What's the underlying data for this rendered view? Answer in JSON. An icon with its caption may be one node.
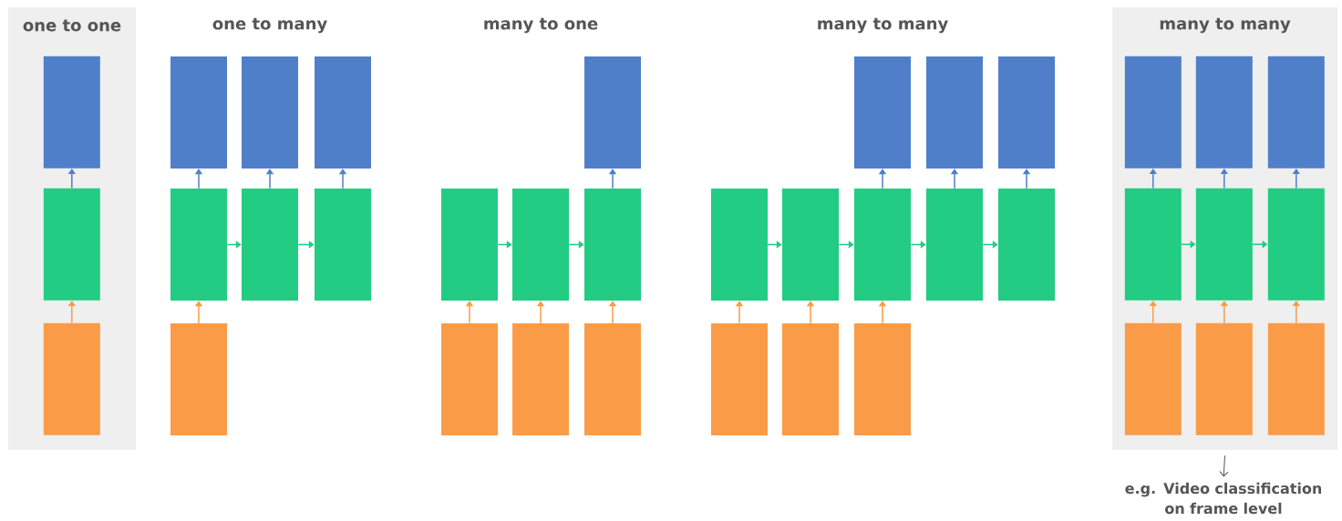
{
  "diagram": {
    "nodes": [
      {
        "text": [
          "one to one"
        ]
      },
      {
        "text": [],
        "shape": "box",
        "in": 0
      },
      {
        "text": [],
        "shape": "box",
        "in": 0
      },
      {
        "text": [],
        "shape": "box",
        "in": 0
      },
      {
        "text": [],
        "shape": "box"
      },
      {
        "text": [],
        "shape": "box"
      },
      {
        "text": [],
        "shape": "box"
      },
      {
        "text": [],
        "shape": "box"
      },
      {
        "text": [],
        "shape": "box"
      },
      {
        "text": [],
        "shape": "box"
      },
      {
        "text": [],
        "shape": "box"
      },
      {
        "text": [],
        "shape": "box"
      },
      {
        "text": [],
        "shape": "box"
      },
      {
        "text": [],
        "shape": "box"
      },
      {
        "text": [],
        "shape": "box"
      },
      {
        "text": [],
        "shape": "box"
      },
      {
        "text": [],
        "shape": "box"
      },
      {
        "text": [],
        "shape": "box"
      },
      {
        "text": [],
        "shape": "box"
      },
      {
        "text": [],
        "shape": "box"
      },
      {
        "text": [],
        "shape": "box"
      },
      {
        "text": [],
        "shape": "box"
      },
      {
        "text": [],
        "shape": "box"
      },
      {
        "text": [],
        "shape": "box"
      },
      {
        "text": [],
        "shape": "box"
      },
      {
        "text": [],
        "shape": "box"
      },
      {
        "text": [],
        "shape": "box"
      },
      {
        "text": [],
        "shape": "box"
      },
      {
        "text": [],
        "shape": "box"
      },
      {
        "text": [
          "many to many"
        ]
      },
      {
        "text": [],
        "shape": "box",
        "in": 29
      },
      {
        "text": [],
        "shape": "box",
        "in": 29
      },
      {
        "text": [],
        "shape": "box",
        "in": 29
      },
      {
        "text": [],
        "shape": "box",
        "in": 29
      },
      {
        "text": [],
        "shape": "box",
        "in": 29
      },
      {
        "text": [],
        "shape": "box",
        "in": 29
      },
      {
        "text": [],
        "shape": "box",
        "in": 29
      },
      {
        "text": [],
        "shape": "box",
        "in": 29
      },
      {
        "text": [],
        "shape": "box",
        "in": 29
      },
      {
        "text": [
          "e.g. Video classification on frame level"
        ]
      }
    ],
    "edges": [
      {
        "from": 3,
        "to": 2,
        "arrow": "to",
        "color": "#fa9b48"
      },
      {
        "from": 2,
        "to": 1,
        "arrow": "to",
        "color": "#4f7fc8"
      },
      {
        "from": 10,
        "to": 7,
        "arrow": "to",
        "color": "#fa9b48"
      },
      {
        "from": 7,
        "to": 8,
        "arrow": "to",
        "color": "#22cc82"
      },
      {
        "from": 8,
        "to": 9,
        "arrow": "to",
        "color": "#22cc82"
      },
      {
        "from": 7,
        "to": 4,
        "arrow": "to",
        "color": "#4f7fc8"
      },
      {
        "from": 8,
        "to": 5,
        "arrow": "to",
        "color": "#4f7fc8"
      },
      {
        "from": 9,
        "to": 6,
        "arrow": "to",
        "color": "#4f7fc8"
      },
      {
        "from": 15,
        "to": 12,
        "arrow": "to",
        "color": "#fa9b48"
      },
      {
        "from": 16,
        "to": 13,
        "arrow": "to",
        "color": "#fa9b48"
      },
      {
        "from": 17,
        "to": 14,
        "arrow": "to",
        "color": "#fa9b48"
      },
      {
        "from": 12,
        "to": 13,
        "arrow": "to",
        "color": "#22cc82"
      },
      {
        "from": 13,
        "to": 14,
        "arrow": "to",
        "color": "#22cc82"
      },
      {
        "from": 14,
        "to": 11,
        "arrow": "to",
        "color": "#4f7fc8"
      },
      {
        "from": 26,
        "to": 21,
        "arrow": "to",
        "color": "#fa9b48"
      },
      {
        "from": 27,
        "to": 22,
        "arrow": "to",
        "color": "#fa9b48"
      },
      {
        "from": 28,
        "to": 23,
        "arrow": "to",
        "color": "#fa9b48"
      },
      {
        "from": 21,
        "to": 22,
        "arrow": "to",
        "color": "#22cc82"
      },
      {
        "from": 22,
        "to": 23,
        "arrow": "to",
        "color": "#22cc82"
      },
      {
        "from": 23,
        "to": 24,
        "arrow": "to",
        "color": "#22cc82"
      },
      {
        "from": 24,
        "to": 25,
        "arrow": "to",
        "color": "#22cc82"
      },
      {
        "from": 23,
        "to": 18,
        "arrow": "to",
        "color": "#4f7fc8"
      },
      {
        "from": 24,
        "to": 19,
        "arrow": "to",
        "color": "#4f7fc8"
      },
      {
        "from": 25,
        "to": 20,
        "arrow": "to",
        "color": "#4f7fc8"
      },
      {
        "from": 36,
        "to": 33,
        "arrow": "to",
        "color": "#fa9b48"
      },
      {
        "from": 37,
        "to": 34,
        "arrow": "to",
        "color": "#fa9b48"
      },
      {
        "from": 38,
        "to": 35,
        "arrow": "to",
        "color": "#fa9b48"
      },
      {
        "from": 33,
        "to": 34,
        "arrow": "to",
        "color": "#22cc82"
      },
      {
        "from": 34,
        "to": 35,
        "arrow": "to",
        "color": "#22cc82"
      },
      {
        "from": 33,
        "to": 30,
        "arrow": "to",
        "color": "#4f7fc8"
      },
      {
        "from": 34,
        "to": 31,
        "arrow": "to",
        "color": "#4f7fc8"
      },
      {
        "from": 35,
        "to": 32,
        "arrow": "to",
        "color": "#4f7fc8"
      },
      {
        "from": 29,
        "to": 39,
        "arrow": "to",
        "color": "#555555"
      }
    ],
    "labels": [
      "one to many",
      "many to one",
      "many to many"
    ]
  }
}
